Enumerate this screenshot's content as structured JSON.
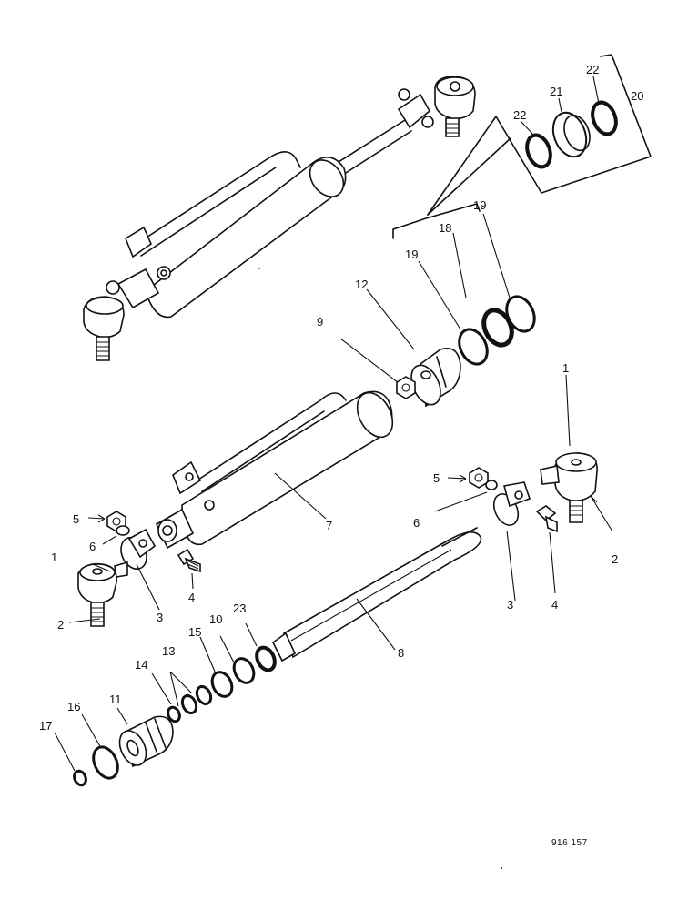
{
  "diagram": {
    "reference_number": "916 157",
    "callouts": {
      "c1a": "1",
      "c1b": "1",
      "c2a": "2",
      "c2b": "2",
      "c3a": "3",
      "c3b": "3",
      "c4a": "4",
      "c4b": "4",
      "c5a": "5",
      "c5b": "5",
      "c6a": "6",
      "c6b": "6",
      "c7": "7",
      "c8": "8",
      "c9": "9",
      "c10": "10",
      "c11": "11",
      "c12": "12",
      "c13": "13",
      "c14": "14",
      "c15": "15",
      "c16": "16",
      "c17": "17",
      "c18": "18",
      "c19a": "19",
      "c19b": "19",
      "c20": "20",
      "c21": "21",
      "c22a": "22",
      "c22b": "22",
      "c23": "23"
    }
  }
}
